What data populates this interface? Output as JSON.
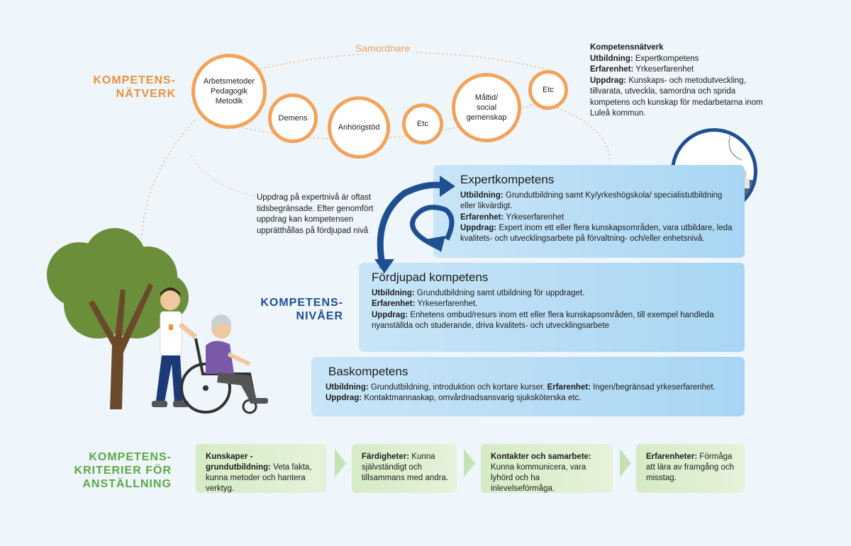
{
  "network": {
    "title_line1": "KOMPETENS-",
    "title_line2": "NÄTVERK",
    "coordinator": "Samordnare",
    "circles": [
      {
        "label": "Arbetsmetoder\nPedagogik\nMetodik"
      },
      {
        "label": "Demens"
      },
      {
        "label": "Anhörigstöd"
      },
      {
        "label": "Etc"
      },
      {
        "label": "Måltid/\nsocial\ngemenskap"
      },
      {
        "label": "Etc"
      }
    ],
    "info": {
      "heading": "Kompetensnätverk",
      "edu_label": "Utbildning:",
      "edu_text": "Expertkompetens",
      "exp_label": "Erfarenhet:",
      "exp_text": "Yrkeserfarenhet",
      "task_label": "Uppdrag:",
      "task_text": "Kunskaps- och metodutveckling, tillvarata, utveckla, samordna och sprida kompetens och kunskap för medarbetarna inom Luleå kommun."
    }
  },
  "levels": {
    "title_line1": "KOMPETENS-",
    "title_line2": "NIVÅER",
    "note": "Uppdrag på expertnivå är oftast tidsbegränsade. Efter genomfört uppdrag kan kompetensen upprätthållas på fördjupad nivå",
    "expert": {
      "title": "Expertkompetens",
      "edu_label": "Utbildning:",
      "edu_text": "Grundutbildning samt Ky/yrkeshögskola/ specialistutbildning eller likvärdigt.",
      "exp_label": "Erfarenhet:",
      "exp_text": "Yrkeserfarenhet",
      "task_label": "Uppdrag:",
      "task_text": "Expert inom ett eller flera kunskapsområden, vara utbildare, leda kvalitets- och utvecklingsarbete på förvaltning- och/eller enhetsnivå."
    },
    "deep": {
      "title": "Fördjupad kompetens",
      "edu_label": "Utbildning:",
      "edu_text": "Grundutbildning samt utbildning för uppdraget.",
      "exp_label": "Erfarenhet:",
      "exp_text": "Yrkeserfarenhet.",
      "task_label": "Uppdrag:",
      "task_text": "Enhetens ombud/resurs inom ett eller flera kunskapsområden, till exempel handleda nyanställda och studerande, driva kvalitets- och utvecklingsarbete"
    },
    "base": {
      "title": "Baskompetens",
      "edu_label": "Utbildning:",
      "edu_text": "Grundutbildning, introduktion och kortare kurser.",
      "exp_label": "Erfarenhet:",
      "exp_text": "Ingen/begränsad yrkeserfarenhet.",
      "task_label": "Uppdrag:",
      "task_text": "Kontaktmannaskap, omvårdnadsansvarig sjuksköterska etc."
    }
  },
  "criteria": {
    "title_line1": "KOMPETENS-",
    "title_line2": "KRITERIER FÖR",
    "title_line3": "ANSTÄLLNING",
    "items": [
      {
        "label": "Kunskaper - grundutbildning:",
        "text": "Veta fakta, kunna metoder och hantera verktyg."
      },
      {
        "label": "Färdigheter:",
        "text": "Kunna självständigt och tillsammans med andra."
      },
      {
        "label": "Kontakter och samarbete:",
        "text": "Kunna kommunicera, vara lyhörd och ha inlevelseförmåga."
      },
      {
        "label": "Erfarenheter:",
        "text": "Förmåga att lära av framgång och misstag."
      }
    ]
  },
  "colors": {
    "orange": "#e8913f",
    "blue": "#1d4f91",
    "green": "#5aa943",
    "box_blue": "#b7dcf5",
    "box_green": "#dcefcf"
  }
}
